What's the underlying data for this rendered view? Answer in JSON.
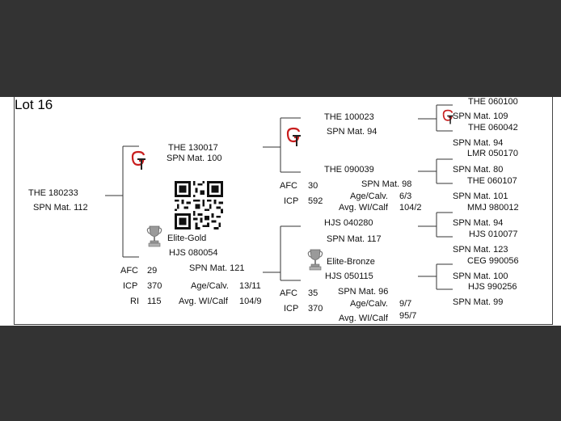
{
  "lot": "Lot 16",
  "sire": {
    "name": "THE 180233",
    "spn": "SPN Mat. 112"
  },
  "paternal_sire": {
    "name": "THE 130017",
    "spn": "SPN Mat. 100"
  },
  "paternal_dam": {
    "badge": "Elite-Gold",
    "name": "HJS 080054",
    "spn": "SPN Mat. 121"
  },
  "paternal_dam_stats": {
    "afc_label": "AFC",
    "afc": "29",
    "icp_label": "ICP",
    "icp": "370",
    "ri_label": "RI",
    "ri": "115",
    "age_label": "Age/Calv.",
    "age": "13/11",
    "wi_label": "Avg. WI/Calf",
    "wi": "104/9"
  },
  "gs_sire": {
    "name": "THE 100023",
    "spn": "SPN Mat. 94"
  },
  "gs_dam": {
    "name": "THE 090039",
    "spn": "SPN Mat. 98",
    "afc_label": "AFC",
    "afc": "30",
    "icp_label": "ICP",
    "icp": "592",
    "age_label": "Age/Calv.",
    "age": "6/3",
    "wi_label": "Avg. WI/Calf",
    "wi": "104/2"
  },
  "gd_sire": {
    "name": "HJS 040280",
    "spn": "SPN Mat. 117"
  },
  "gd_dam": {
    "badge": "Elite-Bronze",
    "name": "HJS 050115",
    "spn": "SPN Mat. 96",
    "afc_label": "AFC",
    "afc": "35",
    "icp_label": "ICP",
    "icp": "370",
    "age_label": "Age/Calv.",
    "age": "9/7",
    "wi_label": "Avg. WI/Calf",
    "wi": "95/7"
  },
  "ggen": [
    {
      "name": "THE 060100",
      "spn": "SPN Mat. 109"
    },
    {
      "name": "THE 060042",
      "spn": "SPN Mat. 94"
    },
    {
      "name": "LMR 050170",
      "spn": "SPN Mat. 80"
    },
    {
      "name": "THE 060107",
      "spn": "SPN Mat. 101"
    },
    {
      "name": "MMJ 980012",
      "spn": "SPN Mat. 94"
    },
    {
      "name": "HJS 010077",
      "spn": "SPN Mat. 123"
    },
    {
      "name": "CEG 990056",
      "spn": "SPN Mat. 100"
    },
    {
      "name": "HJS 990256",
      "spn": "SPN Mat. 99"
    }
  ],
  "colors": {
    "logo_red": "#c81e1e",
    "trophy": "#9a9a9a"
  },
  "icons": {
    "logo": "gt-logo-icon",
    "trophy": "trophy-icon",
    "qr": "qr-code-icon"
  }
}
